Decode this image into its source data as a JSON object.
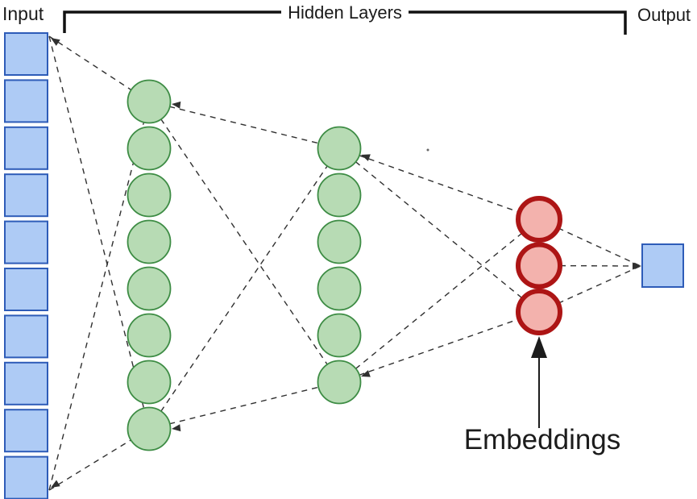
{
  "labels": {
    "input": "Input",
    "hidden_layers": "Hidden Layers",
    "output": "Output",
    "embeddings": "Embeddings"
  },
  "network": {
    "description": "Feed-forward neural network with a 3-node embeddings bottleneck layer",
    "layers": [
      {
        "id": "input",
        "shape": "square",
        "count": 10,
        "fill": "#aecbf5",
        "stroke": "#2e5cb8"
      },
      {
        "id": "hidden-1",
        "shape": "circle",
        "count": 8,
        "fill": "#b7dbb4",
        "stroke": "#3d8c44"
      },
      {
        "id": "hidden-2",
        "shape": "circle",
        "count": 6,
        "fill": "#b7dbb4",
        "stroke": "#3d8c44"
      },
      {
        "id": "embeddings",
        "shape": "circle",
        "count": 3,
        "fill": "#f3b2ad",
        "stroke": "#ad1515"
      },
      {
        "id": "output",
        "shape": "square",
        "count": 1,
        "fill": "#aecbf5",
        "stroke": "#2e5cb8"
      }
    ],
    "connector": {
      "color": "#303030",
      "dash": "7 6",
      "width": 1.4
    },
    "bracket": {
      "color": "#111111",
      "width": 3.5
    },
    "annotation_arrow": {
      "color": "#1c1c1c"
    }
  }
}
